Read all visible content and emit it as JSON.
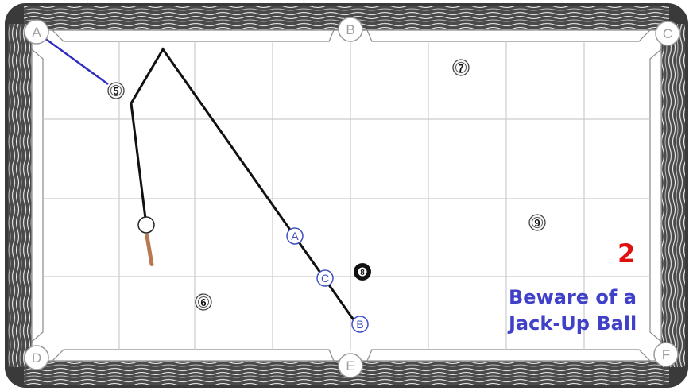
{
  "pockets": [
    {
      "id": "pocket-a",
      "label": "A"
    },
    {
      "id": "pocket-b",
      "label": "B"
    },
    {
      "id": "pocket-c",
      "label": "C"
    },
    {
      "id": "pocket-d",
      "label": "D"
    },
    {
      "id": "pocket-e",
      "label": "E"
    },
    {
      "id": "pocket-f",
      "label": "F"
    }
  ],
  "balls": [
    {
      "id": "ball-5",
      "label": "5",
      "style": "outline"
    },
    {
      "id": "ball-6",
      "label": "6",
      "style": "outline"
    },
    {
      "id": "ball-7",
      "label": "7",
      "style": "outline"
    },
    {
      "id": "ball-8",
      "label": "8",
      "style": "black"
    },
    {
      "id": "ball-9",
      "label": "9",
      "style": "outline"
    },
    {
      "id": "cue-ball",
      "label": "",
      "style": "cue"
    }
  ],
  "positions": [
    {
      "id": "position-a",
      "label": "A"
    },
    {
      "id": "position-b",
      "label": "B"
    },
    {
      "id": "position-c",
      "label": "C"
    }
  ],
  "diagram_number": "2",
  "caption": {
    "line1": "Beware of a",
    "line2": "Jack-Up Ball"
  },
  "colors": {
    "rail": "#3a3a3a",
    "felt": "#ffffff",
    "grid": "#cccccc",
    "shot_line": "#3030c0",
    "cue_path": "#111111",
    "cue_stick": "#b87850",
    "position_marker": "#4050c0",
    "diagram_number": "#e01010",
    "caption": "#4040c8"
  }
}
